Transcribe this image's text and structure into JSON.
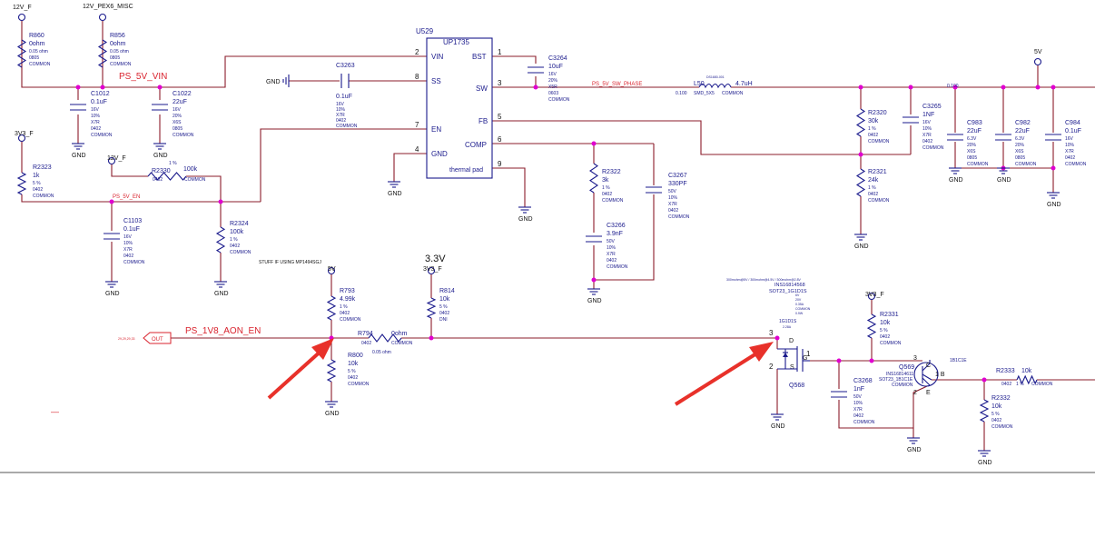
{
  "rails": {
    "r12v_f": "12V_F",
    "r12v_pex6": "12V_PEX6_MISC",
    "r3v3_a": "3V3_F",
    "r12v_b": "12V_F",
    "r5v_top": "5V",
    "r5v_mid": "5V",
    "r3v3_b": "3V3_F",
    "r3v3_c": "3V3_F",
    "v33_title": "3.3V"
  },
  "nets": {
    "ps_5v_vin": "PS_5V_VIN",
    "ps_5v_en": "PS_5V_EN",
    "ps_5v_sw_phase": "PS_5V_SW_PHASE",
    "ps_1v8_aon_en": "PS_1V8_AON_EN",
    "out_tag": "OUT",
    "sheet_ref": "29,29,29,33",
    "gnd_pin": "GND"
  },
  "ic": {
    "ref": "U529",
    "part": "UP1735",
    "left_pins": [
      {
        "num": "2",
        "name": "VIN"
      },
      {
        "num": "8",
        "name": "SS"
      },
      {
        "num": "7",
        "name": "EN"
      },
      {
        "num": "4",
        "name": "GND"
      }
    ],
    "right_pins": [
      {
        "num": "1",
        "name": "BST"
      },
      {
        "num": "3",
        "name": "SW"
      },
      {
        "num": "5",
        "name": "FB"
      },
      {
        "num": "6",
        "name": "COMP"
      },
      {
        "num": "9",
        "name": "thermal pad"
      }
    ]
  },
  "parts": {
    "r860": {
      "ref": "R860",
      "val": "0ohm",
      "attrs": "0.05 ohm\n0805\nCOMMON"
    },
    "r856": {
      "ref": "R856",
      "val": "0ohm",
      "attrs": "0.05 ohm\n0805\nCOMMON"
    },
    "c1012": {
      "ref": "C1012",
      "val": "0.1uF",
      "attrs": "16V\n10%\nX7R\n0402\nCOMMON"
    },
    "c1022": {
      "ref": "C1022",
      "val": "22uF",
      "attrs": "16V\n20%\nX6S\n0805\nCOMMON"
    },
    "c3263": {
      "ref": "C3263",
      "val": "0.1uF",
      "attrs": "16V\n10%\nX7R\n0402\nCOMMON"
    },
    "c3264": {
      "ref": "C3264",
      "val": "10uF",
      "attrs": "16V\n20%\nX5R\n0603\nCOMMON"
    },
    "l50": {
      "ref": "L50",
      "val": "4.7uH",
      "pn": "DS1680-001",
      "dcr": "0.100",
      "pkg": "SMD_5X5",
      "attrs": "COMMON"
    },
    "r2320": {
      "ref": "R2320",
      "val": "30k",
      "attrs": "1 %\n0402\nCOMMON"
    },
    "r2321": {
      "ref": "R2321",
      "val": "24k",
      "attrs": "1 %\n0402\nCOMMON"
    },
    "c3265": {
      "ref": "C3265",
      "val": "1NF",
      "attrs": "16V\n10%\nX7R\n0402\nCOMMON"
    },
    "c983": {
      "ref": "C983",
      "val": "22uF",
      "attrs": "6.3V\n20%\nX6S\n0805\nCOMMON"
    },
    "c982": {
      "ref": "C982",
      "val": "22uF",
      "attrs": "6.3V\n20%\nX6S\n0805\nCOMMON"
    },
    "c984": {
      "ref": "C984",
      "val": "0.1uF",
      "attrs": "16V\n10%\nX7R\n0402\nCOMMON"
    },
    "r2323": {
      "ref": "R2323",
      "val": "1k",
      "attrs": "5 %\n0402\nCOMMON"
    },
    "r2330": {
      "ref": "R2330",
      "val": "100k",
      "tol": "1 %",
      "attrs": "0402",
      "common": "COMMON"
    },
    "c1103": {
      "ref": "C1103",
      "val": "0.1uF",
      "attrs": "16V\n10%\nX7R\n0402\nCOMMON"
    },
    "r2324": {
      "ref": "R2324",
      "val": "100k",
      "attrs": "1 %\n0402\nCOMMON"
    },
    "r2322": {
      "ref": "R2322",
      "val": "3k",
      "attrs": "1 %\n0402\nCOMMON"
    },
    "c3266": {
      "ref": "C3266",
      "val": "3.9nF",
      "attrs": "50V\n10%\nX7R\n0402\nCOMMON"
    },
    "c3267": {
      "ref": "C3267",
      "val": "330PF",
      "attrs": "50V\n10%\nX7R\n0402\nCOMMON"
    },
    "r793": {
      "ref": "R793",
      "val": "4.99k",
      "attrs": "1 %\n0402\nCOMMON"
    },
    "r794": {
      "ref": "R794",
      "val": "0ohm",
      "pkg": "0402",
      "common": "COMMON",
      "ohm": "0.05 ohm"
    },
    "r800": {
      "ref": "R800",
      "val": "10k",
      "attrs": "5 %\n0402\nCOMMON"
    },
    "r814": {
      "ref": "R814",
      "val": "10k",
      "attrs": "5 %\n0402\nDNI"
    },
    "q568": {
      "ref": "Q568",
      "info1": "300mohm@5V / 300mohm@4.5V / 300mohm@2.8V",
      "pn": "INS16814568",
      "pkg": "SOT23_1G1D1S",
      "specs": "6V\n20V\n0.35A\nCOMMON\n0.9W",
      "pkg2": "1G1D1S",
      "spec2": "2.28A"
    },
    "r2331": {
      "ref": "R2331",
      "val": "10k",
      "attrs": "5 %\n0402\nCOMMON"
    },
    "c3268": {
      "ref": "C3268",
      "val": "1nF",
      "attrs": "50V\n10%\nX7R\n0402\nCOMMON"
    },
    "q569": {
      "ref": "Q569",
      "pn": "INS16814611",
      "pkg": "SOT23_1B1C1E",
      "common": "COMMON"
    },
    "r2333": {
      "ref": "R2333",
      "val": "10k",
      "tol": "1 %",
      "common": "COMMON",
      "pkg": "0402"
    },
    "r2332": {
      "ref": "R2332",
      "val": "10k",
      "attrs": "5 %\n0402\nCOMMON"
    }
  },
  "labels": {
    "gnd": "GND",
    "stuff_note": "STUFF IF USING MP1494SGJ",
    "q569_type": "1B1C1E",
    "dash": "—",
    "fb_val": "0.100",
    "pin_b": "1 B",
    "pin_c": "C",
    "pin_e": "E",
    "pin3": "3",
    "pin2": "2",
    "pin1": "1",
    "pin_d": "D",
    "pin_s": "S",
    "pin_g": "G"
  },
  "colors": {
    "wire": "#8b1c2b",
    "component": "#1a1a8c",
    "net_label": "#d9232e",
    "junction": "#e000d0",
    "arrow": "#e8312a"
  }
}
